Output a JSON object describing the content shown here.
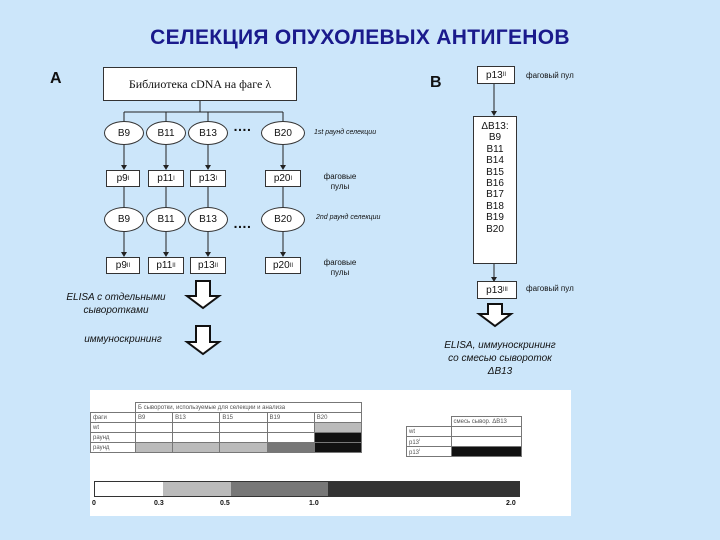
{
  "title": "СЕЛЕКЦИЯ ОПУХОЛЕВЫХ АНТИГЕНОВ",
  "panel_a": {
    "letter": "А",
    "library": "Библиотека cDNA на фаге λ",
    "round1": [
      "B9",
      "B11",
      "B13",
      "B20"
    ],
    "round1_note": "1st раунд селекции",
    "pools1": [
      "p9",
      "p11",
      "p13",
      "p20"
    ],
    "pools1_sup": "I",
    "pools_note": "фаговые пулы",
    "round2": [
      "B9",
      "B11",
      "B13",
      "B20"
    ],
    "round2_note": "2nd раунд селекции",
    "pools2": [
      "p9",
      "p11",
      "p13",
      "p20"
    ],
    "pools2_sup": "II",
    "dots": "….",
    "elisa": "ELISA с отдельными сыворотками",
    "immuno": "иммуноскрининг"
  },
  "panel_b": {
    "letter": "В",
    "top_pool": "p13",
    "top_pool_sup": "II",
    "top_note": "фаговый пул",
    "delta_list": [
      "ΔB13:",
      "B9",
      "B11",
      "B14",
      "B15",
      "B16",
      "B17",
      "B18",
      "B19",
      "B20"
    ],
    "bottom_pool": "p13",
    "bottom_pool_sup": "III",
    "bottom_note": "фаговый пул",
    "elisa": "ELISA, иммуноскрининг со смесью сывороток ΔB13"
  },
  "table": {
    "header": "Б сыворотки, используемые для селекции и анализа",
    "row_labels": [
      "фаги",
      "wt",
      "раунд",
      "раунд"
    ],
    "cols": [
      "B9",
      "B13",
      "B15",
      "B19",
      "B20"
    ],
    "right_header": "смесь сывор. ΔB13",
    "right_rows": [
      "wt",
      "p13",
      "p13"
    ]
  },
  "scale_ticks": [
    "0",
    "0.3",
    "0.5",
    "1.0",
    "2.0"
  ]
}
